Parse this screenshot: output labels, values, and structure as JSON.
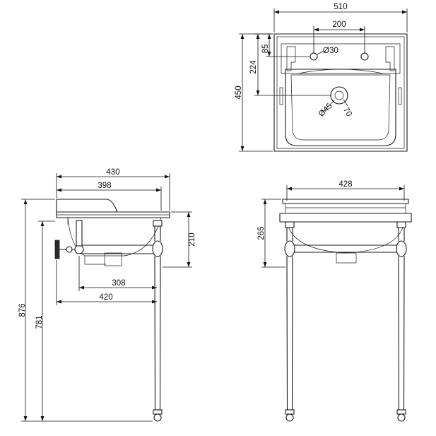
{
  "dimensions": {
    "top_width": "510",
    "tap_hole_spacing": "200",
    "tap_hole_offset": "85",
    "tap_hole_diameter": "Ø30",
    "waste_offset": "224",
    "top_depth": "450",
    "waste_diameter": "Ø45",
    "waste_distance": "70",
    "side_total_depth": "430",
    "side_basin_depth": "398",
    "side_basin_height": "210",
    "side_leg_inner": "308",
    "side_leg_outer": "420",
    "total_height": "876",
    "rim_height": "781",
    "front_inner_width": "428",
    "front_rim_depth": "265"
  }
}
